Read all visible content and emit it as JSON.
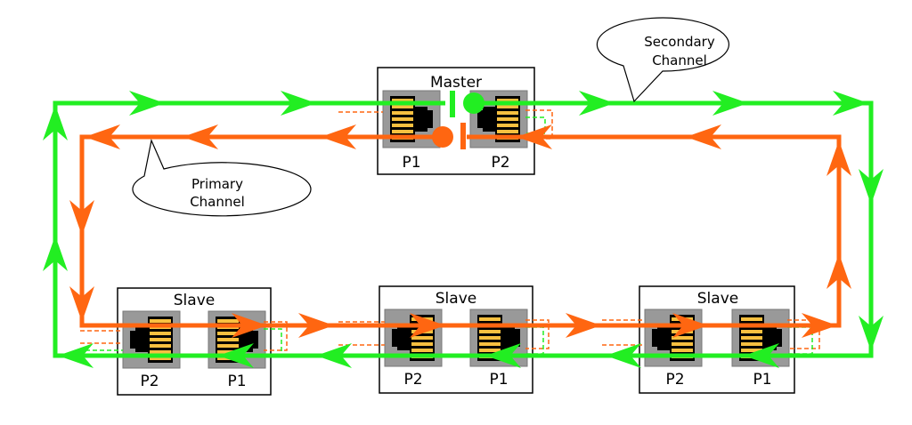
{
  "colors": {
    "primary_channel": "#ff6611",
    "secondary_channel": "#22ee22",
    "connector_body": "#999999",
    "connector_pin": "#f8c040",
    "connector_jack": "#000000",
    "box_border": "#000000"
  },
  "master": {
    "title": "Master",
    "ports": [
      "P1",
      "P2"
    ]
  },
  "slaves": [
    {
      "title": "Slave",
      "ports": [
        "P2",
        "P1"
      ]
    },
    {
      "title": "Slave",
      "ports": [
        "P2",
        "P1"
      ]
    },
    {
      "title": "Slave",
      "ports": [
        "P2",
        "P1"
      ]
    }
  ],
  "callouts": {
    "secondary": [
      "Secondary",
      "Channel"
    ],
    "primary": [
      "Primary",
      "Channel"
    ]
  }
}
